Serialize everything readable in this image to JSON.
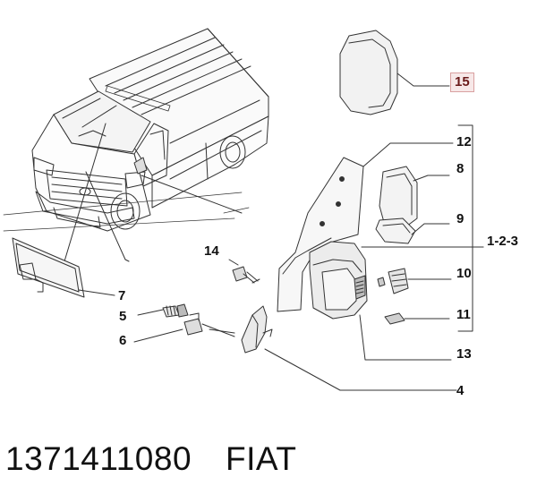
{
  "labels": {
    "p15": "15",
    "p12": "12",
    "p8": "8",
    "p9": "9",
    "p123": "1-2-3",
    "p14": "14",
    "p10": "10",
    "p11": "11",
    "p7": "7",
    "p5": "5",
    "p6": "6",
    "p13": "13",
    "p4": "4"
  },
  "caption": {
    "part_number": "1371411080",
    "brand": "FIAT"
  },
  "colors": {
    "line": "#333333",
    "highlight_border": "#d9a0a0",
    "highlight_fill": "#f7e8e8"
  }
}
